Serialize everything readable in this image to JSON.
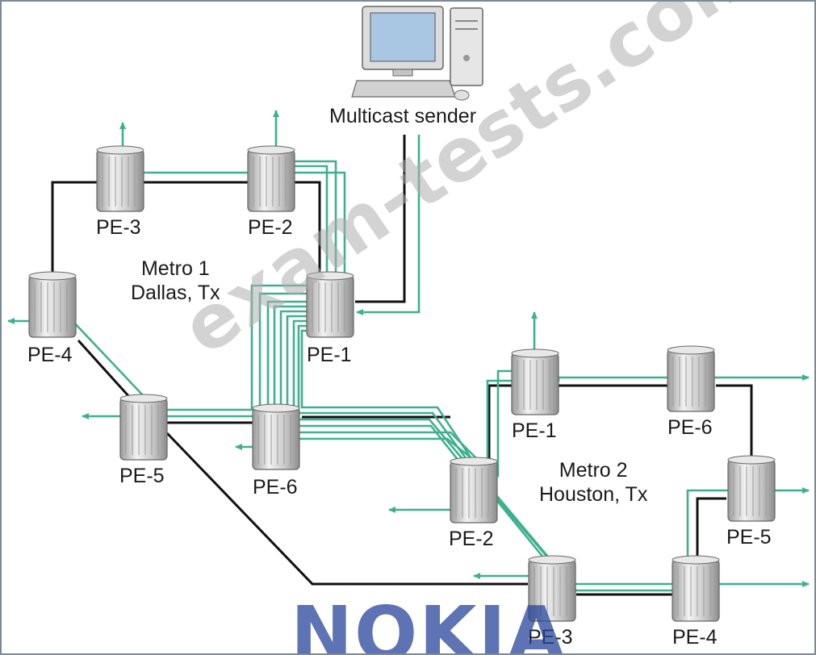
{
  "sender": {
    "label": "Multicast sender",
    "icon": "desktop-computer-icon"
  },
  "metro1": {
    "name": "Metro 1",
    "city": "Dallas, Tx",
    "routers": [
      "PE-1",
      "PE-2",
      "PE-3",
      "PE-4",
      "PE-5",
      "PE-6"
    ]
  },
  "metro2": {
    "name": "Metro 2",
    "city": "Houston, Tx",
    "routers": [
      "PE-1",
      "PE-2",
      "PE-3",
      "PE-4",
      "PE-5",
      "PE-6"
    ]
  },
  "watermark": "exam-tests.com",
  "logo": "NOKIA",
  "colors": {
    "link": "#111111",
    "multicast": "#3fb08f",
    "router": "#d6d6d6",
    "logo": "#28459a"
  }
}
